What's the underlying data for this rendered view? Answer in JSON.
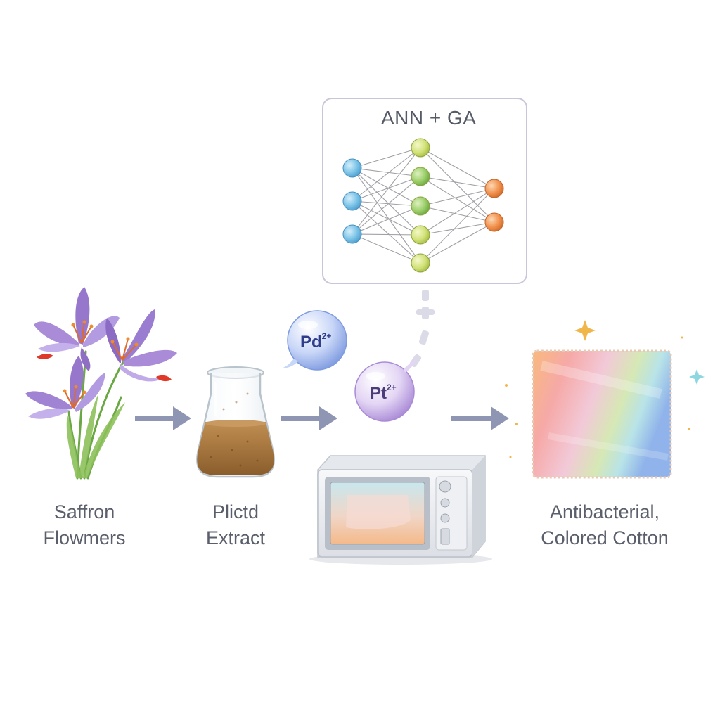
{
  "diagram": {
    "ann_title": "ANN + GA",
    "ions": {
      "pd": {
        "symbol": "Pd",
        "charge": "2+"
      },
      "pt": {
        "symbol": "Pt",
        "charge": "2+"
      }
    },
    "labels": {
      "saffron_line1": "Saffron",
      "saffron_line2": "Flowmers",
      "extract_line1": "Plictd",
      "extract_line2": "Extract",
      "cotton_line1": "Antibacterial,",
      "cotton_line2": "Colored Cotton"
    },
    "network": {
      "input_nodes": 3,
      "hidden_nodes": 5,
      "output_nodes": 2
    },
    "colors": {
      "arrow": "#8e96b4",
      "flower_purple": "#9b7fcf",
      "input_node": "#79c3e6",
      "hidden_node_light": "#d3e27a",
      "hidden_node_green": "#9ccf6a",
      "output_node": "#f2924e",
      "pd_bubble": "#aabdf0",
      "pt_bubble": "#d6c3ee",
      "extract_liquid": "#a9793f"
    }
  }
}
